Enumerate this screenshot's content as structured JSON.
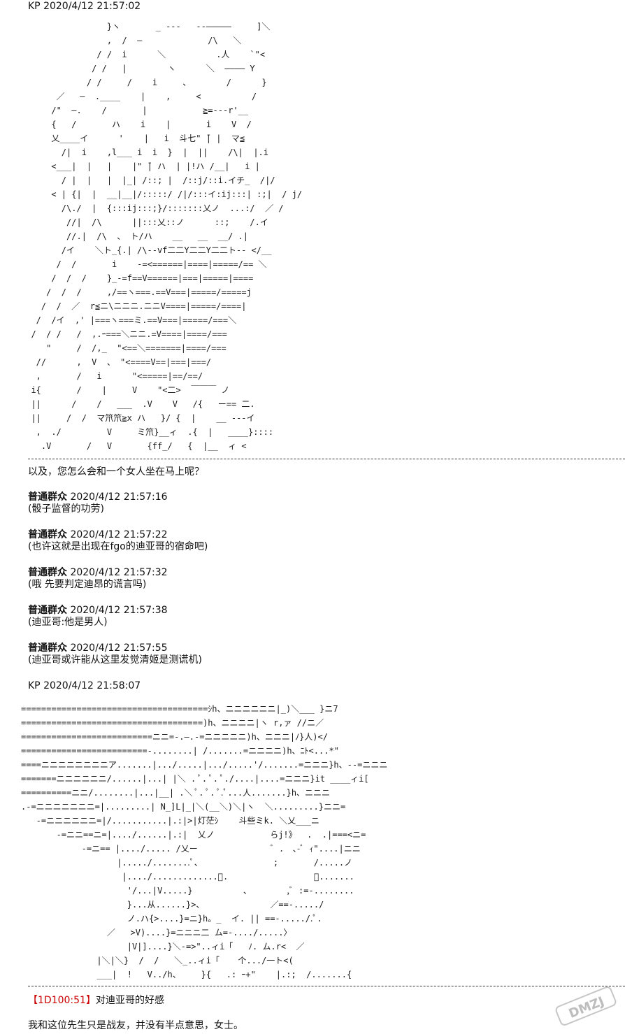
{
  "posts": [
    {
      "author": "KP",
      "timestamp": "2020/4/12 21:57:02"
    },
    {
      "author": "普通群众",
      "timestamp": "2020/4/12 21:57:16",
      "text": "(骰子监督的功劳)"
    },
    {
      "author": "普通群众",
      "timestamp": "2020/4/12 21:57:22",
      "text": "(也许这就是出现在fgo的迪亚哥的宿命吧)"
    },
    {
      "author": "普通群众",
      "timestamp": "2020/4/12 21:57:32",
      "text": "(哦 先要判定迪昂的谎言吗)"
    },
    {
      "author": "普通群众",
      "timestamp": "2020/4/12 21:57:38",
      "text": "(迪亚哥:他是男人)"
    },
    {
      "author": "普通群众",
      "timestamp": "2020/4/12 21:57:55",
      "text": "(迪亚哥或许能从这里发觉清姬是测谎机)"
    },
    {
      "author": "KP",
      "timestamp": "2020/4/12 21:58:07"
    }
  ],
  "dialogue_1": "以及，您怎么会和一个女人坐在马上呢？",
  "dice": {
    "open": "【",
    "roll": "1D100:51",
    "close": "】",
    "label": "对迪亚哥的好感"
  },
  "dialogue_2": "我和这位先生只是战友，并没有半点意思，女士。",
  "watermark_text": "DMZJ",
  "art_1": "                 }ヽ       _ ---   --―――――     ]＼\n                 ,  /  ―             /\\   ＼\n               / /  i      ＼          .人    `\"<\n              / /   |        ヽ      ＼  ―――― Y\n             / /     /    i     、       /      }\n       ／   ―  .____    |    ,     <          /\n      /\"  ―.    /       |           ≧=---r'__\n      {   /       ハ    i    |       i    V  /\n      乂____イ      '    |   i  斗七\" ̄| |  マ≦\n        /|  i    ,l___ i  i  }  |  ||    /\\|  |.i\n      <___|  |   |    |\" ̄| ハ  | |!ハ /__|   i |\n        / |  |   |  |_| /::; |  /::j/::i.イチ_  /|/\n      < | {|  |  __|__|/:::::/ /|/:::イ:ij:::| :;|  / j/\n        /\\./  |  {:::ij:::;}/:::::::乂ノ  ...:/  ／ /\n         //|  /\\      ||:::乂::ノ      ::;    /.イ\n         //.|  /\\  、 ト/ハ    __   __  __/ .|\n        /イ    ＼ト_{.| /\\--vf二二Y二二Y二二ト-- </__\n       /  /       i    -=<======|====|=====/== ＼\n      /  /  /    }_-=f==V======|===|=====|====\n     /  /  /     ,/==ヽ===.==V===|=====/=====j\n    /  /  ／  r≦ニ\\ニニニ.ニニV====|=====/====|\n   /  /イ  ,' |===ヽ===ミ.==V===|=====/===＼\n  /  / /   /  ,.ｰ===＼ニニ.=V====|====/===\n     \"     /  /,_  \"<==＼=======|====/===\n   //      ,  V  、 \"<====V==|===|===/\n   ,       /   i      \"<=====|==/==/\n  i{       /    |     V    \"<二>  ￣￣￣ ノ\n  ||      /    /   ___  .V    V   /{   ー== 二.\n  ||     /  /  マ笊笊≧x ハ   }/ {  |    __ ---イ\n   ,  ./         V     ミ笊}__ィ  .{  |   ____}::::\n    .V       /   V       {ff_/   {  |__  ィ <\n     V     ／,       i     ／/    {  |__ィ||ハV___",
  "art_2": "=====================================ｼh、ニニニニニニ|_)＼___ }ニ7\n====================================)h、ニニニニ|ヽ r,ァ //ニ／\n==========================ニニ=-.―.-=ニニニニニ)h、ニニニ|ﾉ}人)</\n=========================-........| /.......=ニニニニ)h、ﾆﾄ<...*\"\n====ニニニニニニニニア.......|.../.....|.../.....'/.......=ニニニ}h、--=ニニニ\n=======ニニニニニニ/......|...| |＼ . ﾟ. ﾟ. ﾟ./....|....=ニニニ}it ____ィi[\n==========ニニ/........|...|__| .＼ ﾟ. ﾟ. ﾟ.ﾟ...人.......}h、ニニニ\n.-=ニニニニニニニ=|.........| N_]L|_|＼(__＼)＼|ヽ  ＼.........}ニニ=\n   -=ニニニニニニ=|/...........|.:|>|灯茫ｼ    斗些ミk. ＼乂___ニ\n       -=ニニ==ニ=|..../......|.:|  乂ノ           らj!》  .  .|===<ニ=\n            -=ニ== |..../..... /乂ー               ﾞ ． ､-ﾞ ｨ\"....|ニニ\n                   |...../........ﾟ、              ;       /.....ノ\n                    |..../.............ﾟ.                 ／.......\n                     '/...|V.....}          、       ,ﾞ :=-........\n                     }...从......}>、             ／==-...../\n                     ノ.ハ{>....}=ニ}h。_  イ. || ==-...../.ﾟ.\n                 ／   >V)....}=ニニニ二 ム=-..../.....〉\n                     |V|]....}＼-=>\"..ィi「   ﾉ. ム.r<  ／\n               |＼|＼}  /  /   ＼_..ィi「  　个.../一ト<(\n               ___|  !   V../h、    }{   .: ｰ+\"    |.:;  /.......{\n           ／;;;;;;;;;;\\  /.../    ≧=≦          |;    /........{\n         /;;;;;;;;;;;;/<  /.  /  .  ィi[i[i;i;i;i]]it       |   /......../"
}
